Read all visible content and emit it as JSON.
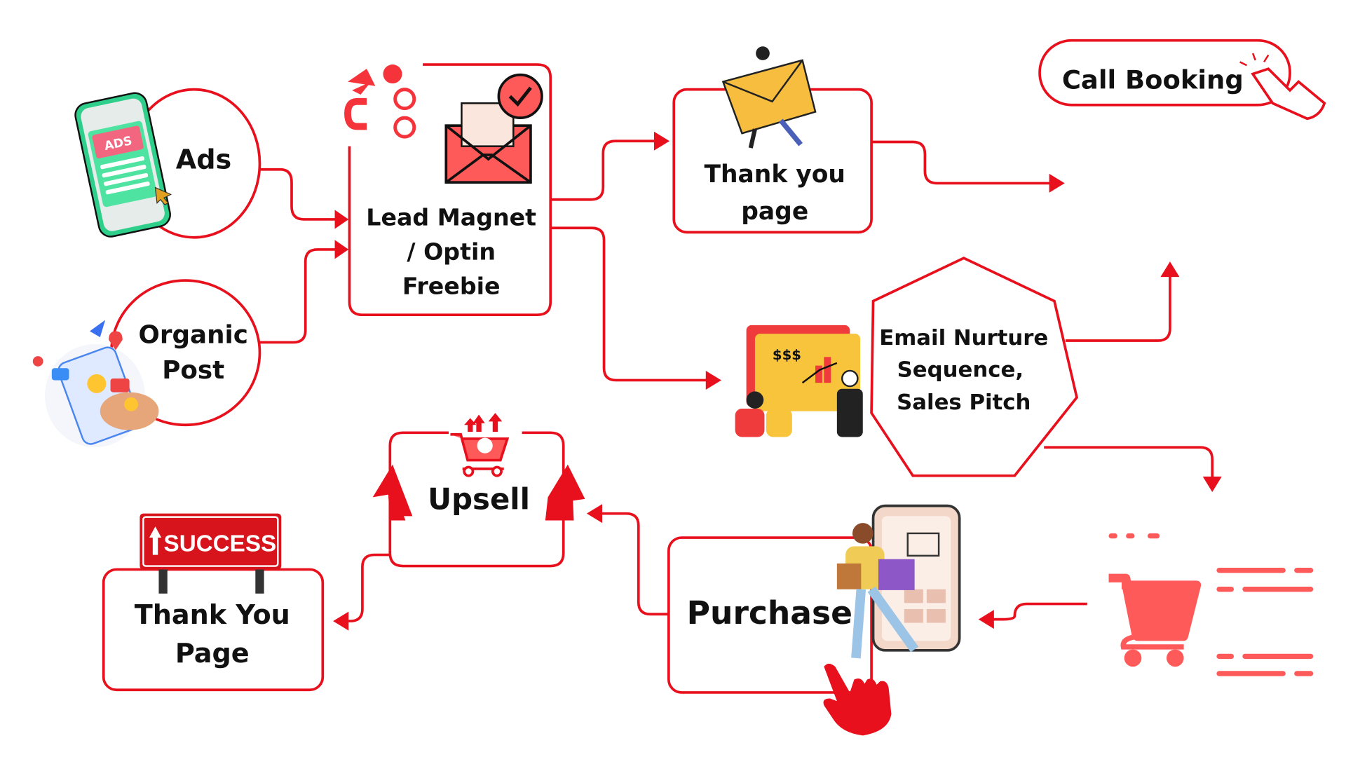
{
  "colors": {
    "accent": "#e8101c",
    "icon_red": "#ff5a5a",
    "text": "#111111"
  },
  "nodes": {
    "ads": {
      "label": "Ads",
      "icon_text": "ADS"
    },
    "organic_post": {
      "lines": [
        "Organic",
        "Post"
      ]
    },
    "lead_magnet": {
      "lines": [
        "Lead Magnet",
        "/ Optin",
        "Freebie"
      ]
    },
    "thank_you_page_top": {
      "lines": [
        "Thank you",
        "page"
      ]
    },
    "call_booking": {
      "label": "Call Booking"
    },
    "email_nurture": {
      "lines": [
        "Email Nurture",
        "Sequence,",
        "Sales Pitch"
      ],
      "icon_text": "$$$"
    },
    "purchase": {
      "label": "Purchase"
    },
    "upsell": {
      "label": "Upsell"
    },
    "thank_you_page_bottom": {
      "lines": [
        "Thank You",
        "Page"
      ],
      "sign_text": "SUCCESS"
    }
  }
}
